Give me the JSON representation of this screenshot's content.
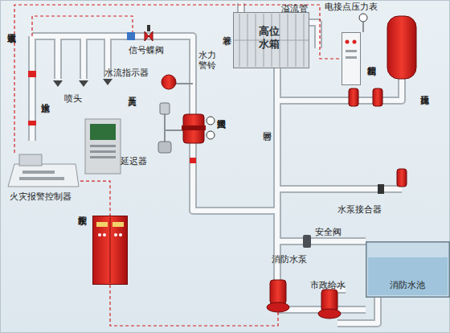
{
  "diagram": {
    "nodes": [
      {
        "text": [
          "火灾报警控制器"
        ]
      },
      {
        "text": [
          "水泵控制柜"
        ]
      },
      {
        "text": [
          "高位水箱"
        ]
      },
      {
        "text": [
          "稳压控制箱"
        ]
      },
      {
        "text": [
          "消防水池"
        ]
      }
    ],
    "edges": [
      {
        "from": 0,
        "to": 1,
        "arrow": "none"
      },
      {
        "from": 0,
        "to": 3,
        "arrow": "none"
      }
    ],
    "labels": [
      "末端试水装置",
      "排水设施",
      "喷头",
      "信号蝶阀",
      "水流指示器",
      "水力警铃",
      "压力开关",
      "延迟器",
      "湿式报警阀",
      "溢流管",
      "补水管",
      "电接点压力表",
      "稳压设施",
      "管网",
      "水泵接合器",
      "安全阀",
      "消防水泵",
      "市政给水"
    ]
  }
}
